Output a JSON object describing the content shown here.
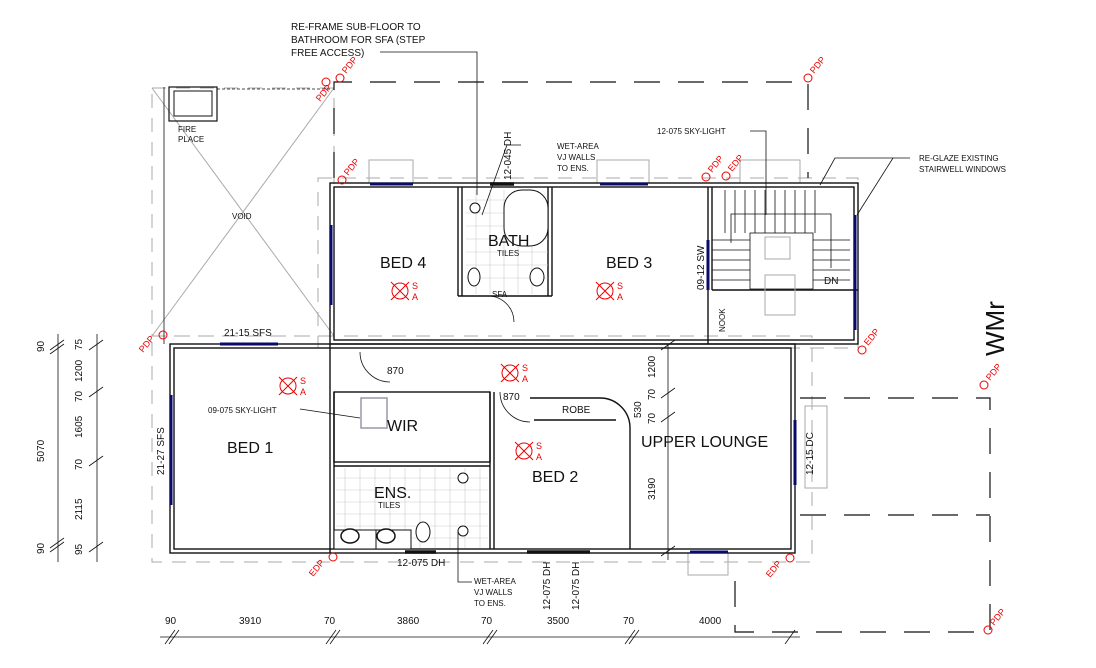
{
  "notes": {
    "reframe": [
      "RE-FRAME SUB-FLOOR TO",
      "BATHROOM FOR SFA (STEP",
      "FREE ACCESS)"
    ],
    "wet_area_top": [
      "WET-AREA",
      "VJ WALLS",
      "TO ENS."
    ],
    "wet_area_bottom": [
      "WET-AREA",
      "VJ WALLS",
      "TO ENS."
    ],
    "skylight_stair": "12-075 SKY-LIGHT",
    "reglaze": [
      "RE-GLAZE EXISTING",
      "STAIRWELL WINDOWS"
    ],
    "skylight_wir": "09-075 SKY-LIGHT"
  },
  "rooms": {
    "bed4": "BED 4",
    "bath": "BATH",
    "bath_tiles": "TILES",
    "sfa": "SFA",
    "bed3": "BED 3",
    "bed1": "BED 1",
    "wir": "WIR",
    "ens": "ENS.",
    "ens_tiles": "TILES",
    "bed2": "BED 2",
    "robe": "ROBE",
    "upper_lounge": "UPPER LOUNGE",
    "nook": "NOOK",
    "void": "VOID",
    "fireplace": [
      "FIRE",
      "PLACE"
    ],
    "dn": "DN"
  },
  "windows": {
    "w_bath": "12-045 DH",
    "w_bed3": "09-12 SW",
    "w_bed4_top": "21-15 SFS",
    "w_bed1": "21-27 SFS",
    "w_ens": "12-075 DH",
    "w_bed2a": "12-075 DH",
    "w_bed2b": "12-075 DH",
    "w_lounge": "12-15 DC"
  },
  "doors": {
    "d1": "870",
    "d2": "870"
  },
  "markers": {
    "pdp": "PDP",
    "edp": "EDP",
    "s": "S",
    "a": "A"
  },
  "wm": "WMr",
  "dims_left_outer": [
    "90",
    "5070",
    "90"
  ],
  "dims_left_inner": [
    "75",
    "1200",
    "70",
    "1605",
    "70",
    "2115",
    "95"
  ],
  "dims_bottom": [
    "90",
    "3910",
    "70",
    "3860",
    "70",
    "3500",
    "70",
    "4000"
  ],
  "dims_lounge": [
    "1200",
    "70",
    "530",
    "70",
    "3190"
  ]
}
